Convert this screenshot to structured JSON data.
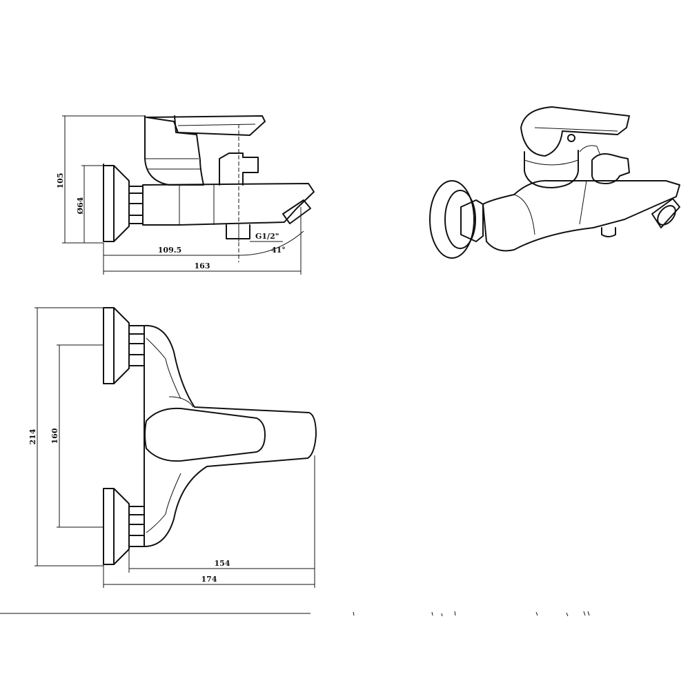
{
  "dimensions": {
    "height_105": "105",
    "diameter_64": "Ø64",
    "offset_109_5": "109.5",
    "length_163": "163",
    "thread": "G1/2\"",
    "angle": "41°",
    "height_214": "214",
    "center_160": "160",
    "depth_154": "154",
    "depth_174": "174"
  }
}
